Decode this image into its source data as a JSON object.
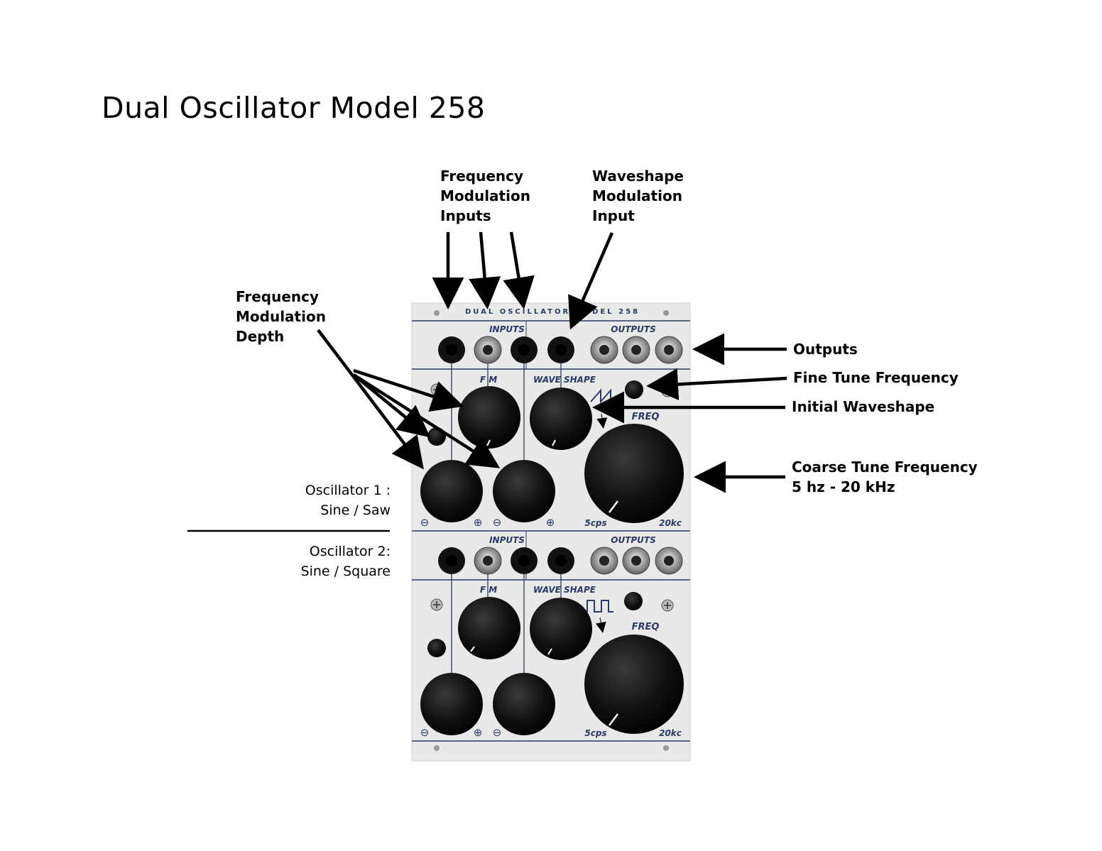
{
  "title": "Dual Oscillator Model 258",
  "module": {
    "header": "DUAL OSCILLATOR MODEL 258",
    "oscillators": [
      {
        "inputs_label": "INPUTS",
        "outputs_label": "OUTPUTS",
        "fm_label": "F M",
        "waveshape_label": "WAVE SHAPE",
        "freq_label": "FREQ",
        "range_low": "5cps",
        "range_high": "20kc",
        "minus_sign": "⊖",
        "plus_sign": "⊕",
        "wave_icon": "sawtooth-icon"
      },
      {
        "inputs_label": "INPUTS",
        "outputs_label": "OUTPUTS",
        "fm_label": "F M",
        "waveshape_label": "WAVE SHAPE",
        "freq_label": "FREQ",
        "range_low": "5cps",
        "range_high": "20kc",
        "minus_sign": "⊖",
        "plus_sign": "⊕",
        "wave_icon": "square-wave-icon"
      }
    ]
  },
  "callouts": {
    "fm_inputs": "Frequency\nModulation\nInputs",
    "waveshape_mod_input": "Waveshape\nModulation\nInput",
    "fm_depth": "Frequency\nModulation\nDepth",
    "outputs": "Outputs",
    "fine_tune": "Fine Tune Frequency",
    "initial_waveshape": "Initial Waveshape",
    "coarse_tune": "Coarse Tune Frequency\n5 hz - 20 kHz"
  },
  "side_labels": {
    "osc1": "Oscillator 1 :\nSine / Saw",
    "osc2": "Oscillator 2:\nSine / Square"
  },
  "colors": {
    "panel": "#e9e9e7",
    "panel_line": "#2a3a66",
    "panel_text": "#2a3a66",
    "knob": "#111111",
    "ink": "#000000"
  }
}
